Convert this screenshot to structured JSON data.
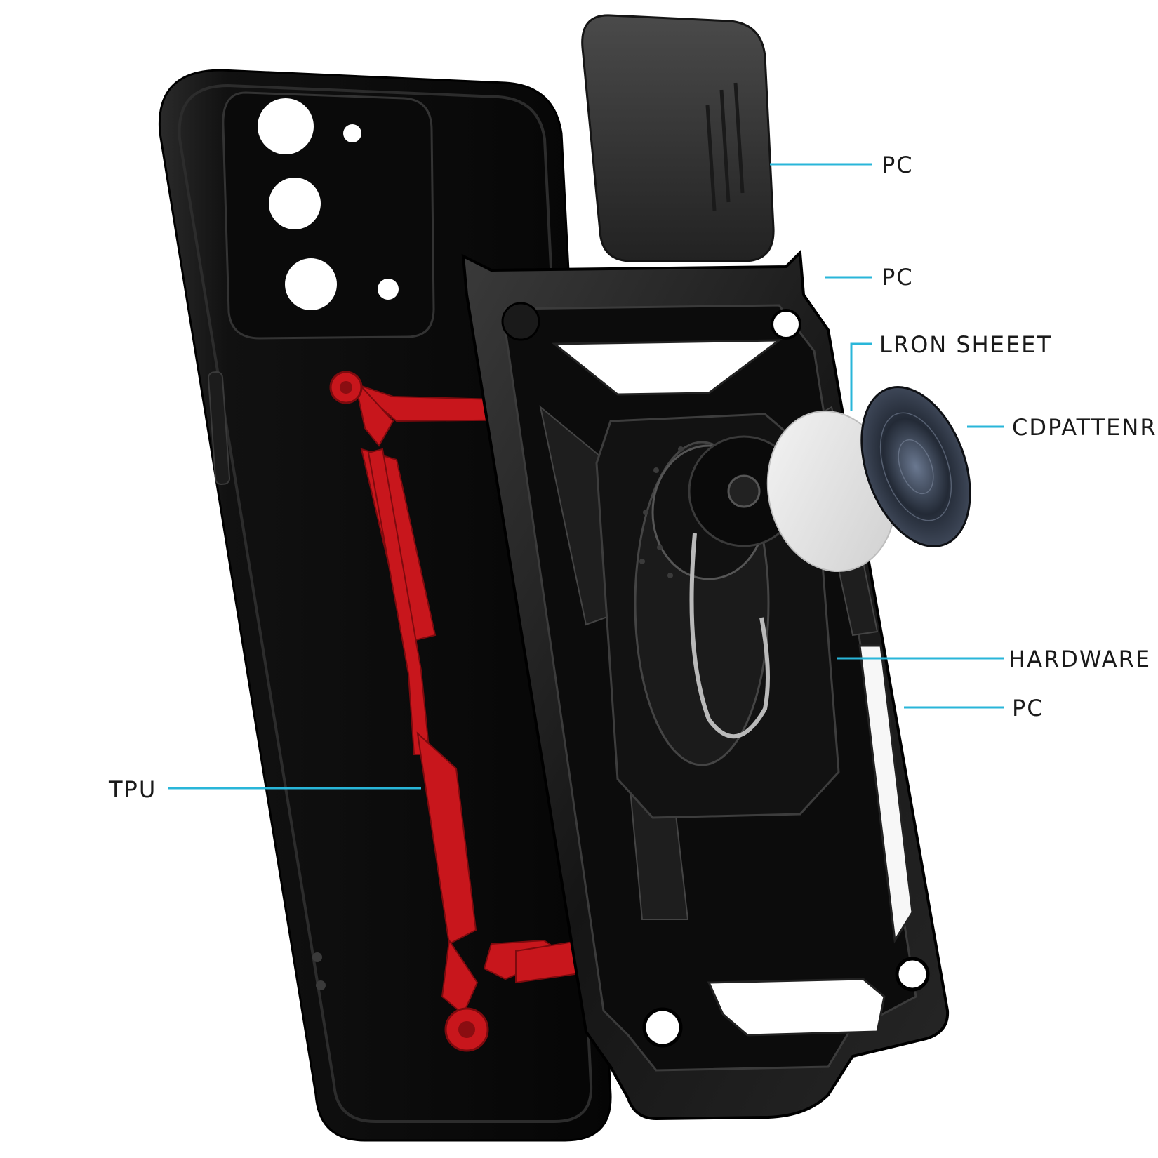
{
  "labels": {
    "camera_slider": "PC",
    "frame_top": "PC",
    "iron_sheet": "LRON SHEEET",
    "cd_pattern": "CDPATTENR",
    "hardware": "HARDWARE",
    "frame_side": "PC",
    "tpu": "TPU"
  },
  "colors": {
    "leader_line": "#29b6d9",
    "tpu_red": "#c8161c",
    "case_black": "#0d0d0d",
    "label_text": "#1a1a1a"
  }
}
